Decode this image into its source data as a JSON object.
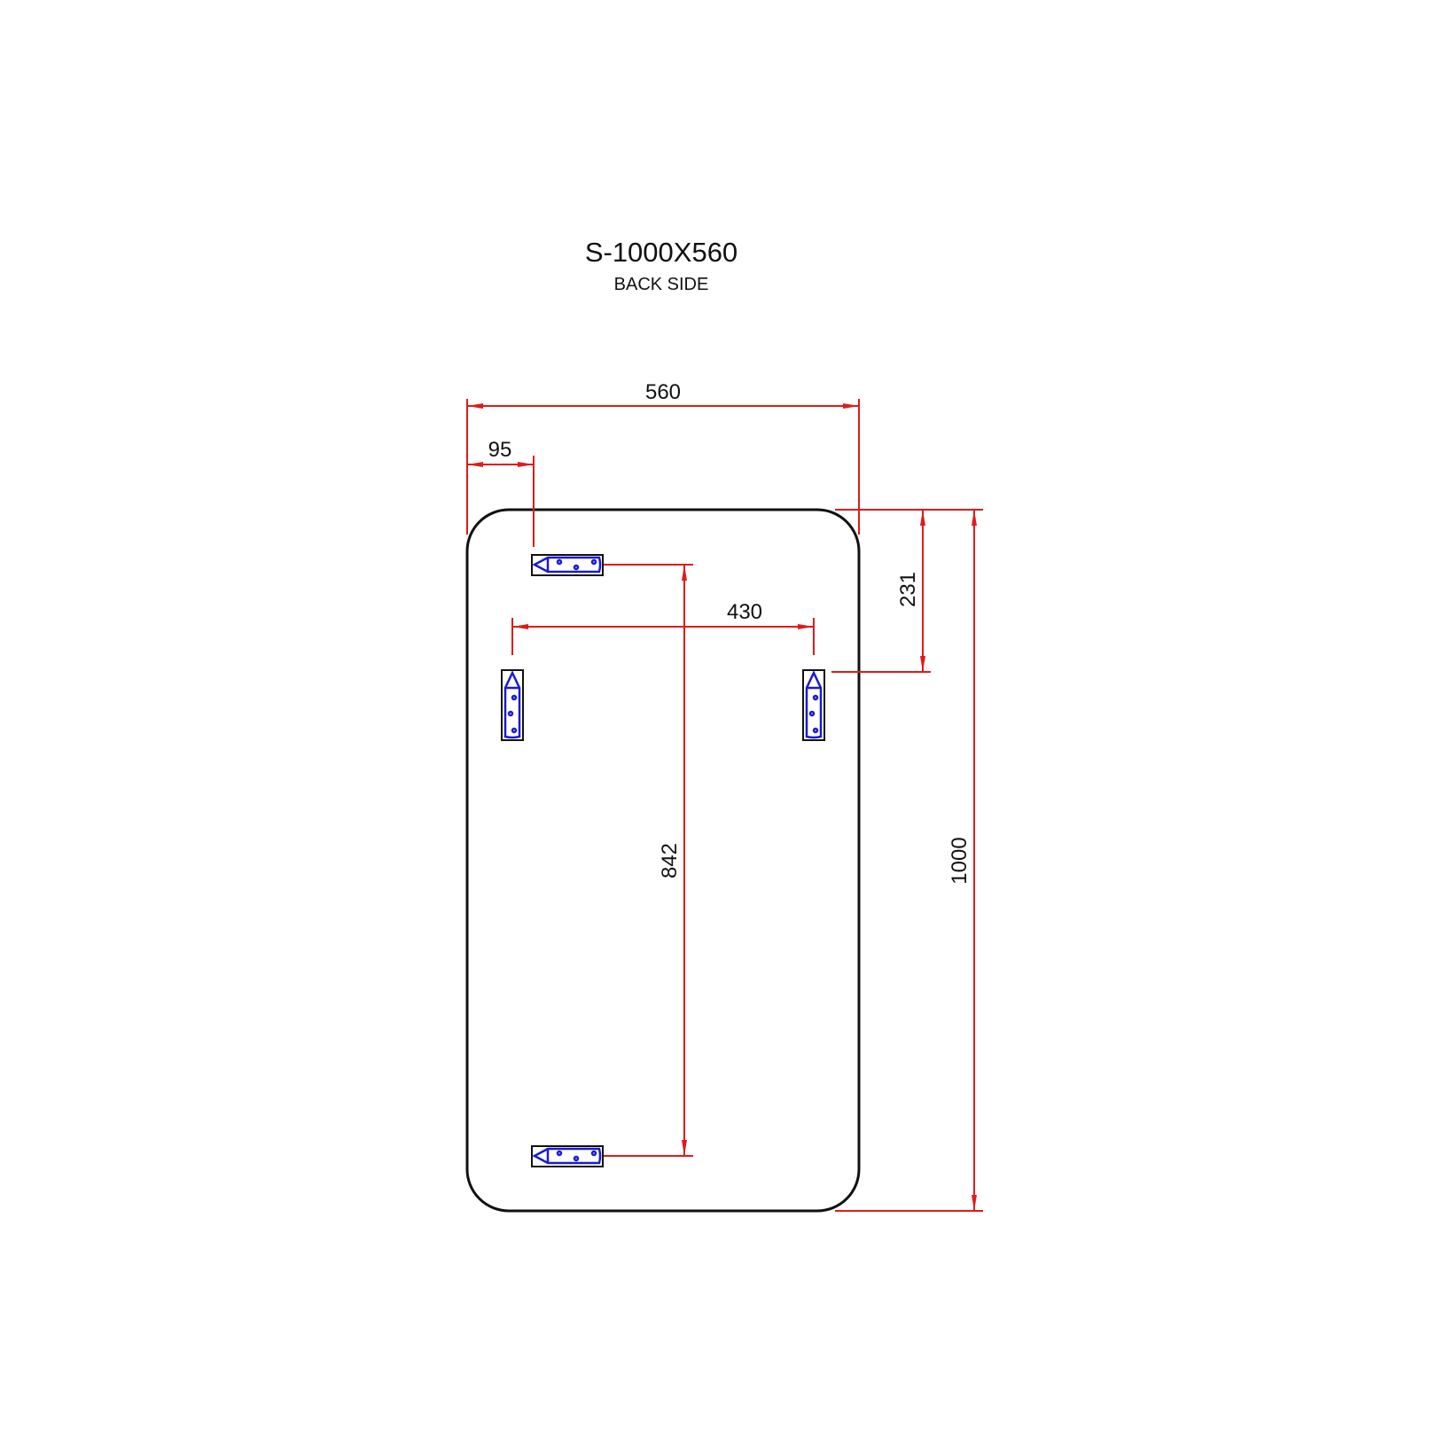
{
  "title": "S-1000X560",
  "subtitle": "BACK SIDE",
  "dimensions": {
    "width": "560",
    "bracket_offset": "95",
    "side_bracket_spacing": "430",
    "top_bottom_bracket_spacing": "842",
    "side_bracket_height": "231",
    "height": "1000"
  },
  "colors": {
    "dimension": "#e01b1b",
    "bracket": "#1a1ad0",
    "outline": "#111111"
  }
}
